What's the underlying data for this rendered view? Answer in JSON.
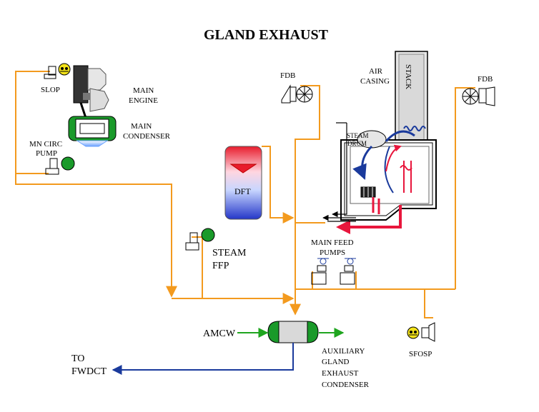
{
  "title": "GLAND EXHAUST",
  "labels": {
    "slop": "SLOP",
    "main_engine_1": "MAIN",
    "main_engine_2": "ENGINE",
    "main_condenser_1": "MAIN",
    "main_condenser_2": "CONDENSER",
    "mn_circ_pump_1": "MN CIRC",
    "mn_circ_pump_2": "PUMP",
    "fdb_left": "FDB",
    "fdb_right": "FDB",
    "air_casing_1": "AIR",
    "air_casing_2": "CASING",
    "stack": "STACK",
    "steam_drum_1": "STEAM",
    "steam_drum_2": "DRUM",
    "dft": "DFT",
    "steam_ffp_1": "STEAM",
    "steam_ffp_2": "FFP",
    "main_feed_pumps_1": "MAIN FEED",
    "main_feed_pumps_2": "PUMPS",
    "amcw": "AMCW",
    "to_fwdct_1": "TO",
    "to_fwdct_2": "FWDCT",
    "aux_condenser_1": "AUXILIARY",
    "aux_condenser_2": "GLAND",
    "aux_condenser_3": "EXHAUST",
    "aux_condenser_4": "CONDENSER",
    "sfosp": "SFOSP"
  },
  "colors": {
    "steam_pipe": "#f39a1e",
    "cooling_water": "#1fa51f",
    "condensate": "#1a3a9c",
    "hot_gas": "#e8163c",
    "pump_green": "#1a9a2a",
    "pump_yellow": "#f2e21a"
  }
}
